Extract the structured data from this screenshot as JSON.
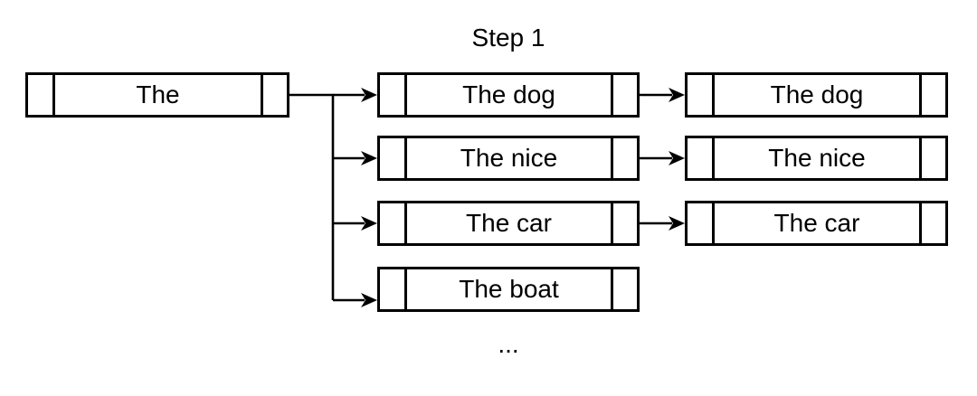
{
  "diagram": {
    "title": "Step 1",
    "ellipsis": "...",
    "colors": {
      "stroke": "#000000",
      "node_fill": "#ffffff",
      "background": "#ffffff",
      "text": "#000000"
    },
    "root": {
      "label": "The"
    },
    "candidates": [
      {
        "label": "The dog"
      },
      {
        "label": "The nice"
      },
      {
        "label": "The car"
      },
      {
        "label": "The boat"
      }
    ],
    "selected": [
      {
        "label": "The dog"
      },
      {
        "label": "The nice"
      },
      {
        "label": "The car"
      }
    ]
  }
}
